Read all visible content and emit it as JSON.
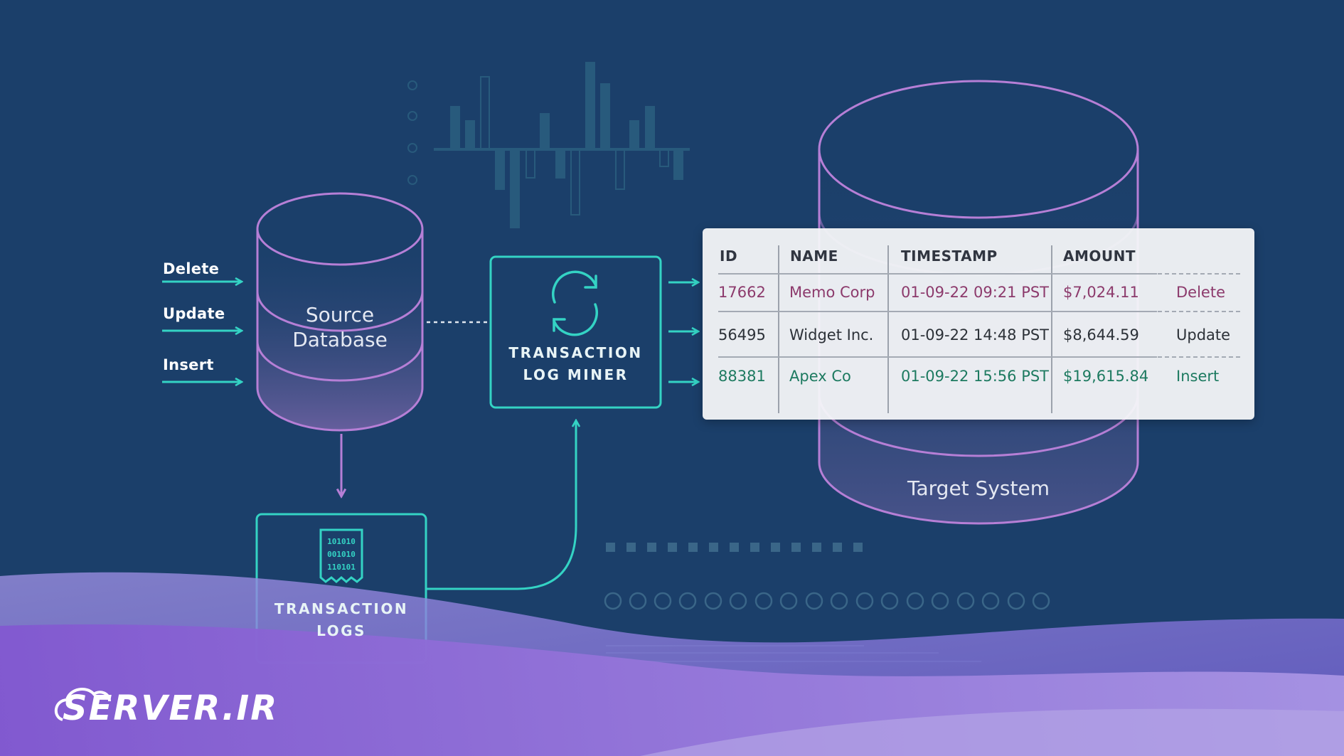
{
  "operations": [
    "Delete",
    "Update",
    "Insert"
  ],
  "source_db": {
    "line1": "Source",
    "line2": "Database"
  },
  "log_miner": {
    "line1": "TRANSACTION",
    "line2": "LOG MINER"
  },
  "transaction_logs": {
    "line1": "TRANSACTION",
    "line2": "LOGS",
    "binary": [
      "101010",
      "001010",
      "110101"
    ]
  },
  "target": {
    "label": "Target System"
  },
  "table": {
    "headers": [
      "ID",
      "NAME",
      "TIMESTAMP",
      "AMOUNT"
    ],
    "rows": [
      {
        "id": "17662",
        "name": "Memo Corp",
        "timestamp": "01-09-22 09:21 PST",
        "amount": "$7,024.11",
        "op": "Delete",
        "color": "#8c3a6c"
      },
      {
        "id": "56495",
        "name": "Widget Inc.",
        "timestamp": "01-09-22 14:48 PST",
        "amount": "$8,644.59",
        "op": "Update",
        "color": "#2c3138"
      },
      {
        "id": "88381",
        "name": "Apex Co",
        "timestamp": "01-09-22 15:56 PST",
        "amount": "$19,615.84",
        "op": "Insert",
        "color": "#1d7a60"
      }
    ]
  },
  "brand": {
    "logo": "SERVER.IR"
  },
  "colors": {
    "background": "#1b3f6a",
    "teal": "#34d3c4",
    "purple": "#b67fd6",
    "wave": "#8a72d2"
  }
}
